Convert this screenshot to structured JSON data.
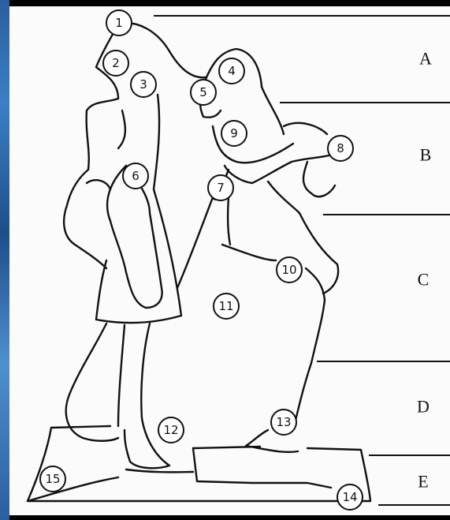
{
  "markers": [
    "1",
    "2",
    "3",
    "4",
    "5",
    "6",
    "7",
    "8",
    "9",
    "10",
    "11",
    "12",
    "13",
    "14",
    "15"
  ],
  "sections": [
    "A",
    "B",
    "C",
    "D",
    "E"
  ]
}
